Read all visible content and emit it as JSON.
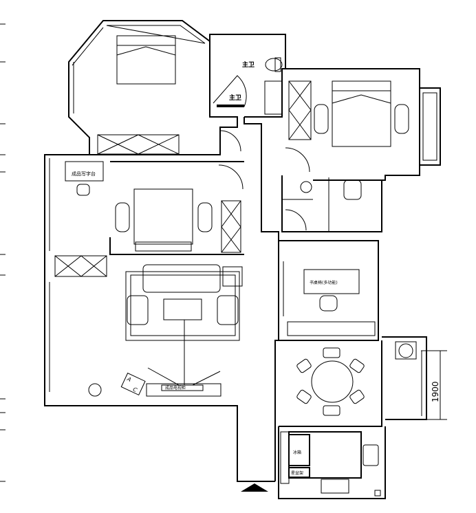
{
  "labels": {
    "master_bath_1": "主卫",
    "master_bath_2": "主卫",
    "desk": "成品写字台",
    "study_desk": "书桌椅(多功能)",
    "tv_cabinet": "成品电视柜",
    "fridge": "冰箱",
    "kitchen_rack": "星盆架",
    "tv_mark_a": "A",
    "tv_mark_c": "C"
  },
  "dimension": {
    "value": "1900"
  }
}
